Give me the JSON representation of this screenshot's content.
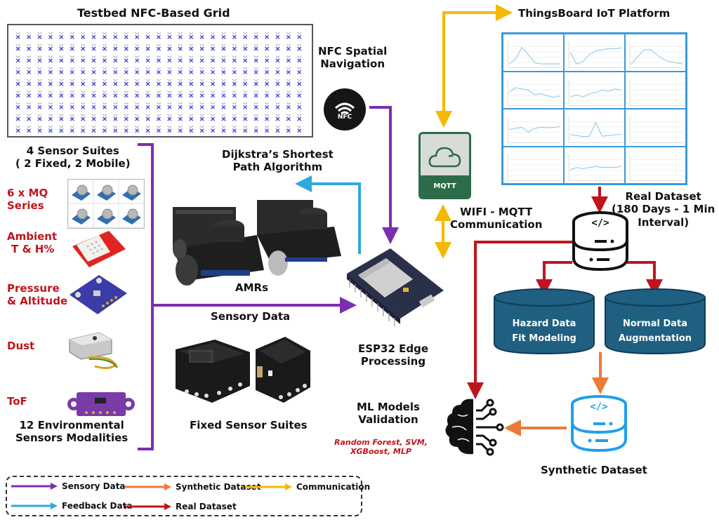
{
  "title_grid": "Testbed NFC-Based Grid",
  "grid": {
    "rows": 9,
    "cols": 27,
    "marker_color": "#3a3fd8"
  },
  "nfc": {
    "title_line1": "NFC Spatial",
    "title_line2": "Navigation",
    "badge": "NFC"
  },
  "sensor_suites": {
    "line1": "4 Sensor Suites",
    "line2": "( 2 Fixed, 2 Mobile)"
  },
  "sensors": [
    {
      "label_line1": "6 x MQ",
      "label_line2": "Series",
      "icon": "mq-gas-sensor-array"
    },
    {
      "label_line1": "Ambient",
      "label_line2": "T & H%",
      "icon": "temp-humidity-sensor"
    },
    {
      "label_line1": "Pressure",
      "label_line2": "& Altitude",
      "icon": "pressure-sensor"
    },
    {
      "label_line1": "Dust",
      "label_line2": "",
      "icon": "dust-sensor"
    },
    {
      "label_line1": "ToF",
      "label_line2": "",
      "icon": "tof-sensor"
    }
  ],
  "modalities": {
    "line1": "12 Environmental",
    "line2": "Sensors Modalities"
  },
  "dijkstra": {
    "line1": "Dijkstra’s Shortest",
    "line2": "Path Algorithm"
  },
  "amrs_label": "AMRs",
  "sensory_data_label": "Sensory Data",
  "fixed_suites_label": "Fixed Sensor Suites",
  "esp32": {
    "line1": "ESP32 Edge",
    "line2": "Processing"
  },
  "thingsboard": {
    "title": "ThingsBoard IoT Platform",
    "rows": 4,
    "cols": 3
  },
  "mqtt": {
    "label": "MQTT",
    "comm_line1": "WIFI - MQTT",
    "comm_line2": "Communication"
  },
  "real_dataset": {
    "line1": "Real Dataset",
    "line2": "(180 Days - 1 Min",
    "line3": "Interval)"
  },
  "hazard": {
    "line1": "Hazard Data",
    "line2": "Fit Modeling"
  },
  "normal": {
    "line1": "Normal Data",
    "line2": "Augmentation"
  },
  "synthetic_label": "Synthetic Dataset",
  "ml": {
    "line1": "ML Models",
    "line2": "Validation",
    "models_line1": "Random Forest, SVM,",
    "models_line2": "XGBoost, MLP"
  },
  "legend": [
    {
      "label": "Sensory Data",
      "color": "#7a2fb0"
    },
    {
      "label": "Synthetic Dataset",
      "color": "#ec7a3a"
    },
    {
      "label": "Communication",
      "color": "#f5b800"
    },
    {
      "label": "Feedback Data",
      "color": "#2fa8e0"
    },
    {
      "label": "Real Dataset",
      "color": "#c0141c"
    }
  ],
  "colors": {
    "purple": "#7a2fb0",
    "blue": "#2fa8e0",
    "yellow": "#f5b800",
    "red": "#c0141c",
    "orange": "#ec7a3a",
    "teal": "#1f5f80",
    "green": "#2e6b4a"
  }
}
